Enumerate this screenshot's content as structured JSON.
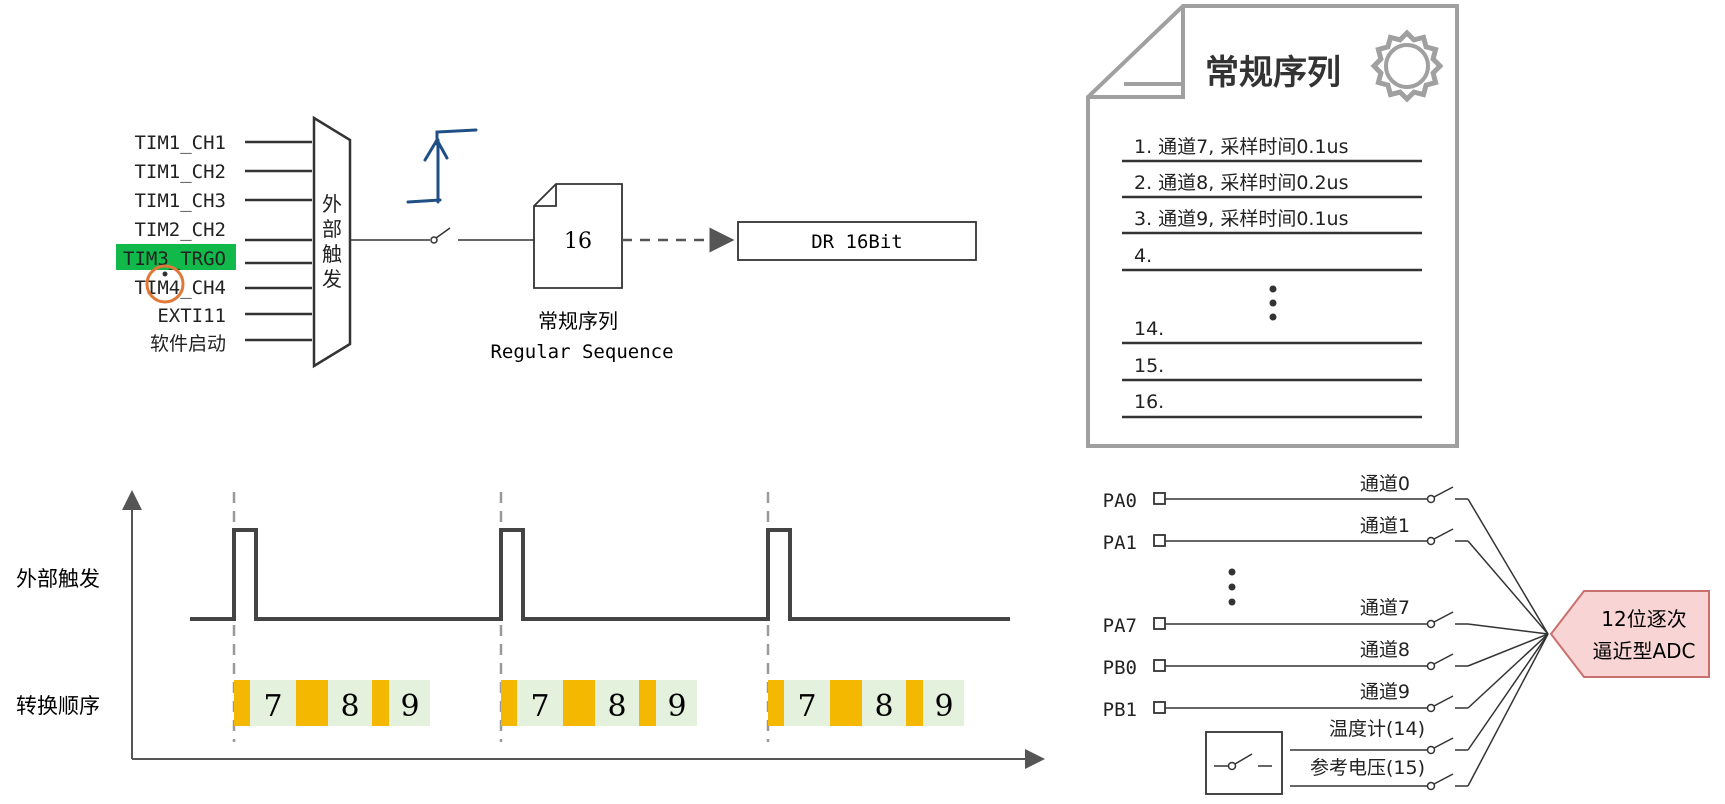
{
  "trigger_inputs": [
    "TIM1_CH1",
    "TIM1_CH2",
    "TIM1_CH3",
    "TIM2_CH2",
    "TIM3_TRGO",
    "TIM4_CH4",
    "EXTI11",
    "软件启动"
  ],
  "mux_label": [
    "外",
    "部",
    "触",
    "发"
  ],
  "sequence_box_value": "16",
  "sequence_label_cn": "常规序列",
  "sequence_label_en": "Regular Sequence",
  "dr_label": "DR 16Bit",
  "doc_title": "常规序列",
  "doc_rows": [
    "1. 通道7, 采样时间0.1us",
    "2. 通道8, 采样时间0.2us",
    "3. 通道9, 采样时间0.1us",
    "4.",
    "14.",
    "15.",
    "16."
  ],
  "timing_labels": {
    "trigger": "外部触发",
    "order": "转换顺序"
  },
  "conversion_groups": [
    [
      "7",
      "8",
      "9"
    ],
    [
      "7",
      "8",
      "9"
    ],
    [
      "7",
      "8",
      "9"
    ]
  ],
  "adc_pins": [
    "PA0",
    "PA1",
    "PA7",
    "PB0",
    "PB1"
  ],
  "adc_channels": [
    "通道0",
    "通道1",
    "通道7",
    "通道8",
    "通道9",
    "温度计(14)",
    "参考电压(15)"
  ],
  "adc_label": [
    "12位逐次",
    "逼近型ADC"
  ],
  "colors": {
    "highlight": "#11b84a",
    "annotation": "#1f4f85",
    "circle": "#e07838",
    "block_orange": "#f5b800",
    "block_green": "#e4f1dd",
    "adc_fill": "#f8d4d4",
    "adc_stroke": "#c9706f",
    "doc_border": "#a0a0a0"
  }
}
